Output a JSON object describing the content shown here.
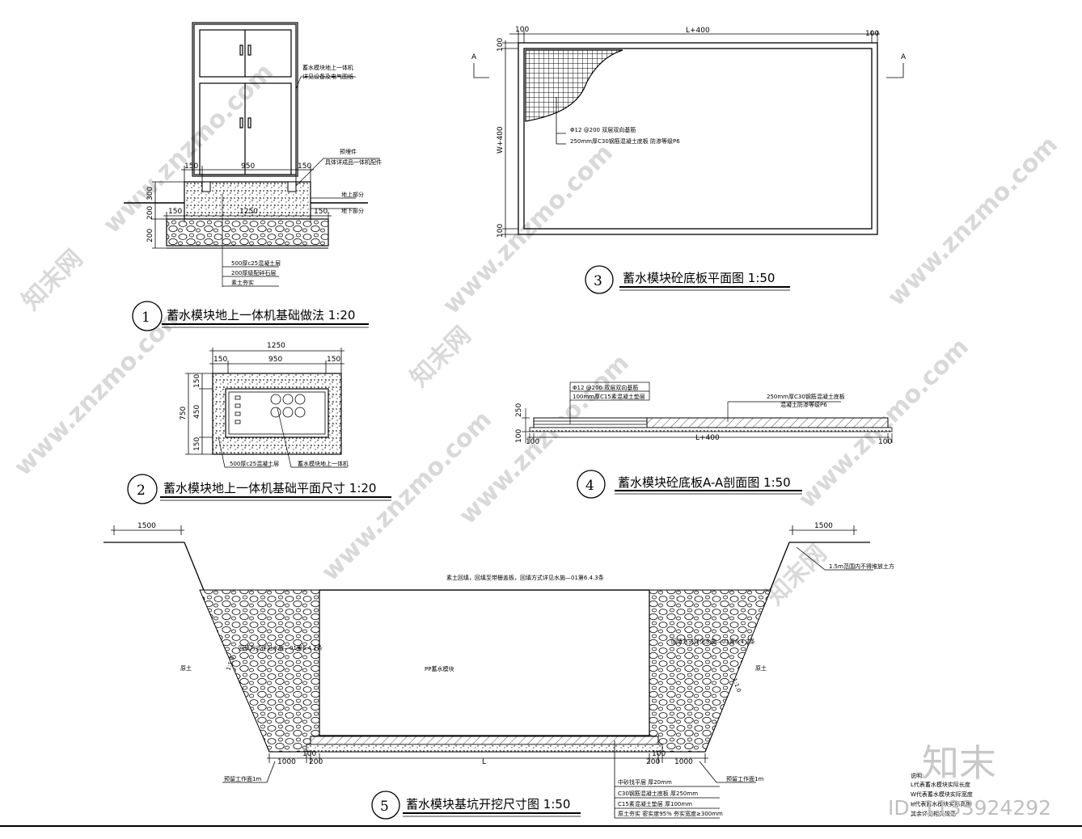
{
  "titles": {
    "d1": {
      "num": "1",
      "text": "蓄水模块地上一体机基础做法 1:20"
    },
    "d2": {
      "num": "2",
      "text": "蓄水模块地上一体机基础平面尺寸 1:20"
    },
    "d3": {
      "num": "3",
      "text": "蓄水模块砼底板平面图 1:50"
    },
    "d4": {
      "num": "4",
      "text": "蓄水模块砼底板A-A剖面图 1:50"
    },
    "d5": {
      "num": "5",
      "text": "蓄水模块基坑开挖尺寸图 1:50"
    }
  },
  "d1": {
    "dim_150a": "150",
    "dim_950": "950",
    "dim_150b": "150",
    "dim_1250": "1250",
    "dim_150c": "150",
    "dim_150d": "150",
    "dim_300": "300",
    "dim_200a": "200",
    "dim_200b": "200",
    "note_unit_1": "蓄水模块地上一体机",
    "note_unit_2": "详见设备及电气图纸",
    "note_embed_1": "预埋件",
    "note_embed_2": "具体详成品一体机配件",
    "note_above": "地上部分",
    "note_below": "地下部分",
    "layer_1": "500厚c25混凝土层",
    "layer_2": "200厚级配碎石层",
    "layer_3": "素土夯实"
  },
  "d2": {
    "dim_1250": "1250",
    "dim_150a": "150",
    "dim_950": "950",
    "dim_150b": "150",
    "dim_750": "750",
    "dim_150c": "150",
    "dim_450": "450",
    "dim_150d": "150",
    "label_concrete": "500厚c25混凝土层",
    "label_unit": "蓄水模块地上一体机"
  },
  "d3": {
    "dim_100a": "100",
    "dim_total": "L+400",
    "dim_100b": "100",
    "dim_100c": "100",
    "dim_height": "W+400",
    "dim_100d": "100",
    "section_mark_left": "A",
    "section_mark_right": "A",
    "note_1": "Φ12 @200 双层双向基筋",
    "note_2": "250mm厚C30钢筋混凝土底板   防渗等级P6"
  },
  "d4": {
    "note_1": "Φ12 @200 双层双向基筋",
    "note_2": "100mm厚C15素混凝土垫层",
    "note_3": "250mm厚C30钢筋混凝土底板",
    "note_4": "混凝土防渗等级P6",
    "dim_250": "250",
    "dim_100": "100",
    "dim_100a": "100",
    "dim_total": "L+400",
    "dim_100b": "100"
  },
  "d5": {
    "dim_1500_left": "1500",
    "dim_1500_right": "1500",
    "note_slope": "1.5m范围内不得堆放土方",
    "note_top": "素土回填，回填至带栅盖板，回填方式详见水施—01第6.4.3条",
    "note_fill_left": "回填方式详见水施—01第6.4.2条",
    "note_fill_right": "回填方式详见水施—01第6.4.2条",
    "label_soil_left": "原土",
    "label_soil_right": "原土",
    "label_module": "PP蓄水模块",
    "slope_left": "1:1.0",
    "slope_right": "1:1.0",
    "dim_1000_left": "1000",
    "dim_100_left": "100",
    "dim_200_left": "200",
    "dim_L": "L",
    "dim_200_right": "200",
    "dim_100_right": "100",
    "dim_1000_right": "1000",
    "workface_left": "预留工作面1m",
    "workface_right": "预留工作面1m",
    "legend": [
      "中砂找平层   厚20mm",
      "C30钢筋混凝土底板   厚250mm",
      "C15素混凝土垫层   厚100mm",
      "原土夯实   密实度95%  夯实宽度≥300mm"
    ],
    "notes_header": "说明:",
    "notes": [
      "L代表蓄水模块实际长度",
      "W代表蓄水模块实际宽度",
      "H代表蓄水模块实际高度",
      "其余详见相关规范"
    ]
  },
  "watermarks": {
    "site": "www.znzmo.com",
    "brand": "知末网",
    "logo": "知末",
    "id_text": "ID: 1133924292"
  }
}
